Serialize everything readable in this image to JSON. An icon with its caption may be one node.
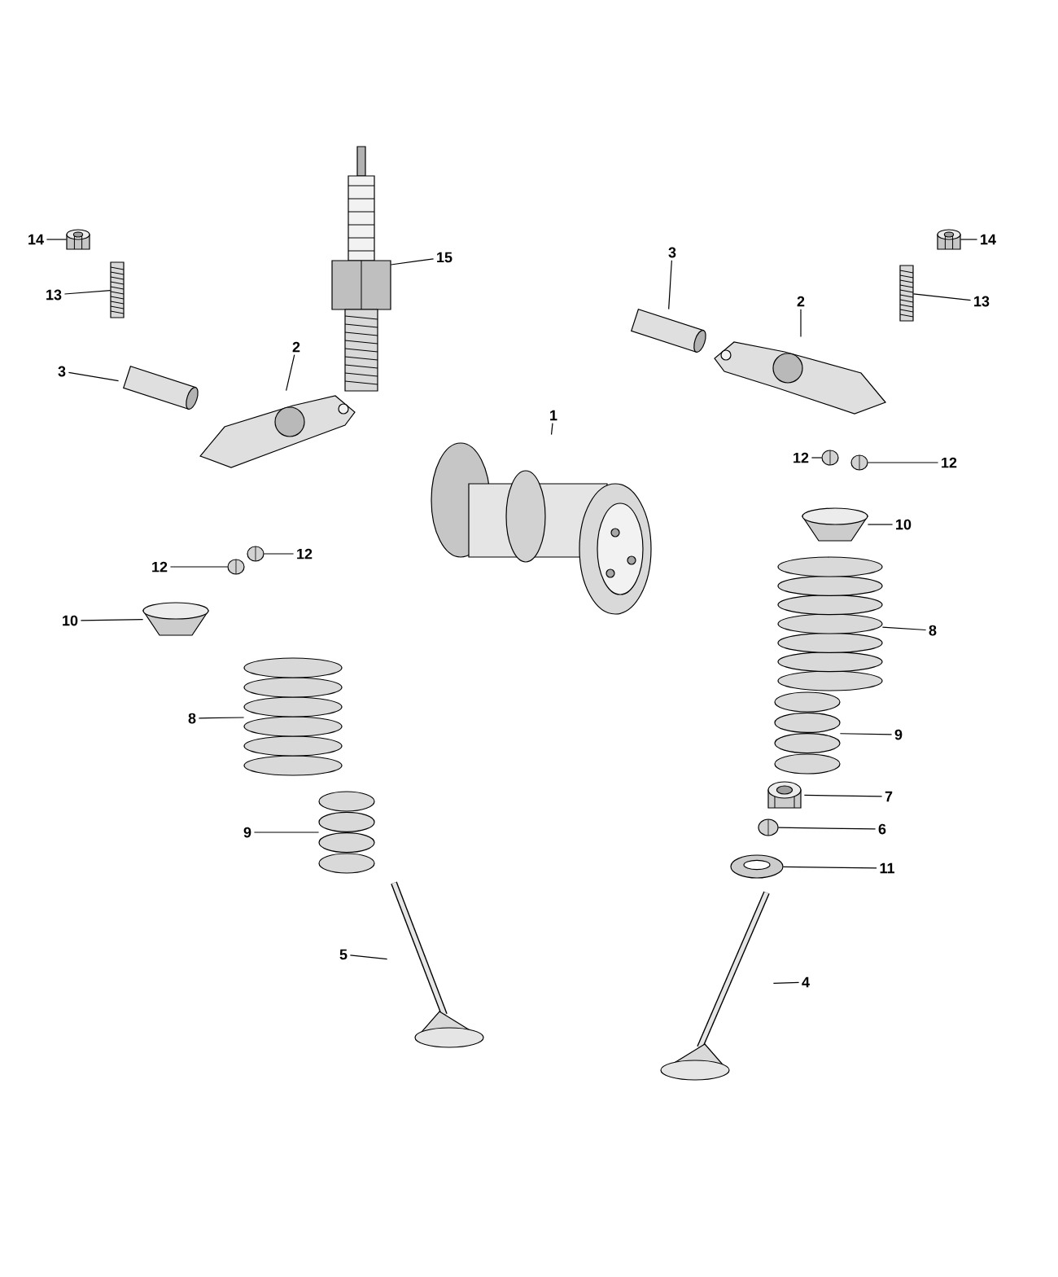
{
  "diagram": {
    "nodes": [
      {
        "text": [
          "14"
        ]
      },
      {
        "text": [
          "13"
        ]
      },
      {
        "text": [
          "15"
        ]
      },
      {
        "text": [
          "3"
        ]
      },
      {
        "text": [
          "2"
        ]
      },
      {
        "text": [
          "1"
        ]
      },
      {
        "text": [
          "12"
        ]
      },
      {
        "text": [
          "12"
        ]
      },
      {
        "text": [
          "10"
        ]
      },
      {
        "text": [
          "8"
        ]
      },
      {
        "text": [
          "9"
        ]
      },
      {
        "text": [
          "5"
        ]
      },
      {
        "text": [
          "3"
        ]
      },
      {
        "text": [
          "2"
        ]
      },
      {
        "text": [
          "14"
        ]
      },
      {
        "text": [
          "13"
        ]
      },
      {
        "text": [
          "12"
        ]
      },
      {
        "text": [
          "12"
        ]
      },
      {
        "text": [
          "10"
        ]
      },
      {
        "text": [
          "8"
        ]
      },
      {
        "text": [
          "9"
        ]
      },
      {
        "text": [
          "7"
        ]
      },
      {
        "text": [
          "6"
        ]
      },
      {
        "text": [
          "11"
        ]
      },
      {
        "text": [
          "4"
        ]
      },
      {
        "text": [],
        "shape": "picture"
      },
      {
        "text": [],
        "shape": "picture"
      },
      {
        "text": [],
        "shape": "picture"
      },
      {
        "text": [],
        "shape": "picture"
      },
      {
        "text": [],
        "shape": "picture"
      },
      {
        "text": [],
        "shape": "picture"
      },
      {
        "text": [],
        "shape": "picture"
      },
      {
        "text": [],
        "shape": "picture"
      },
      {
        "text": [],
        "shape": "picture"
      },
      {
        "text": [],
        "shape": "picture"
      },
      {
        "text": [],
        "shape": "picture"
      },
      {
        "text": [],
        "shape": "picture"
      },
      {
        "text": [],
        "shape": "picture"
      },
      {
        "text": [],
        "shape": "picture"
      },
      {
        "text": [],
        "shape": "picture"
      },
      {
        "text": [],
        "shape": "picture"
      },
      {
        "text": [],
        "shape": "picture"
      },
      {
        "text": [],
        "shape": "picture"
      },
      {
        "text": [],
        "shape": "picture"
      },
      {
        "text": [],
        "shape": "picture"
      },
      {
        "text": [],
        "shape": "picture"
      },
      {
        "text": [],
        "shape": "picture"
      },
      {
        "text": [],
        "shape": "picture"
      },
      {
        "text": [],
        "shape": "picture"
      },
      {
        "text": [],
        "shape": "picture"
      }
    ],
    "edges": [
      {
        "from": 0,
        "to": 25,
        "arrow": "none"
      },
      {
        "from": 1,
        "to": 26,
        "arrow": "none"
      },
      {
        "from": 2,
        "to": 27,
        "arrow": "none"
      },
      {
        "from": 3,
        "to": 28,
        "arrow": "none"
      },
      {
        "from": 4,
        "to": 29,
        "arrow": "none"
      },
      {
        "from": 5,
        "to": 30,
        "arrow": "none"
      },
      {
        "from": 6,
        "to": 31,
        "arrow": "none"
      },
      {
        "from": 7,
        "to": 32,
        "arrow": "none"
      },
      {
        "from": 8,
        "to": 33,
        "arrow": "none"
      },
      {
        "from": 9,
        "to": 34,
        "arrow": "none"
      },
      {
        "from": 10,
        "to": 35,
        "arrow": "none"
      },
      {
        "from": 11,
        "to": 36,
        "arrow": "none"
      },
      {
        "from": 12,
        "to": 37,
        "arrow": "none"
      },
      {
        "from": 13,
        "to": 38,
        "arrow": "none"
      },
      {
        "from": 14,
        "to": 39,
        "arrow": "none"
      },
      {
        "from": 15,
        "to": 40,
        "arrow": "none"
      },
      {
        "from": 16,
        "to": 41,
        "arrow": "none"
      },
      {
        "from": 17,
        "to": 42,
        "arrow": "none"
      },
      {
        "from": 18,
        "to": 43,
        "arrow": "none"
      },
      {
        "from": 19,
        "to": 44,
        "arrow": "none"
      },
      {
        "from": 20,
        "to": 45,
        "arrow": "none"
      },
      {
        "from": 21,
        "to": 46,
        "arrow": "none"
      },
      {
        "from": 22,
        "to": 47,
        "arrow": "none"
      },
      {
        "from": 23,
        "to": 48,
        "arrow": "none"
      },
      {
        "from": 24,
        "to": 49,
        "arrow": "none"
      }
    ]
  }
}
